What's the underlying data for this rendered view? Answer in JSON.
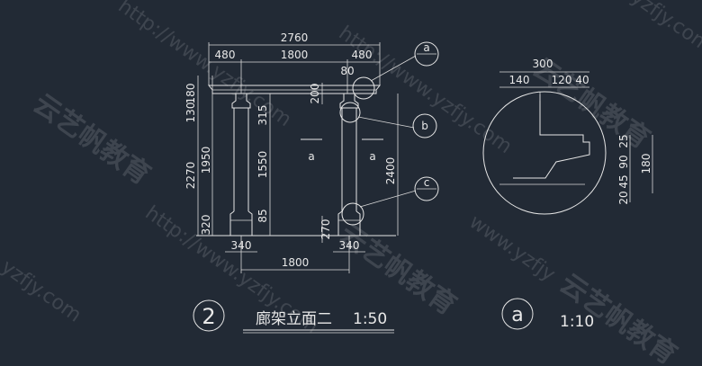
{
  "drawing": {
    "title": "廊架立面二",
    "scale": "1:50",
    "title_number": "2",
    "detail_tag": "a",
    "detail_scale": "1:10"
  },
  "dims": {
    "top_overall": "2760",
    "top_left": "480",
    "top_mid": "1800",
    "top_right": "480",
    "top_80": "80",
    "left_180": "180",
    "left_130": "130",
    "left_1950": "1950",
    "left_2270": "2270",
    "left_320": "320",
    "inner_200": "200",
    "inner_315": "315",
    "inner_1550": "1550",
    "inner_85": "85",
    "inner_270": "270",
    "right_2400": "2400",
    "bottom_340_left": "340",
    "bottom_340_right": "340",
    "bottom_1800": "1800"
  },
  "callouts": {
    "a_top": "a",
    "b": "b",
    "c": "c",
    "mark_left": "a",
    "mark_right": "a"
  },
  "detail_dims": {
    "d300": "300",
    "d140": "140",
    "d120": "120",
    "d40": "40",
    "d25": "25",
    "d90": "90",
    "d45": "45",
    "d20": "20",
    "d180": "180"
  },
  "watermarks": {
    "cn": "云艺帆教育",
    "url": "http://www.yzfjy.com",
    "url_short": "www.yzfjy",
    "frag": "yzfjy.com"
  }
}
